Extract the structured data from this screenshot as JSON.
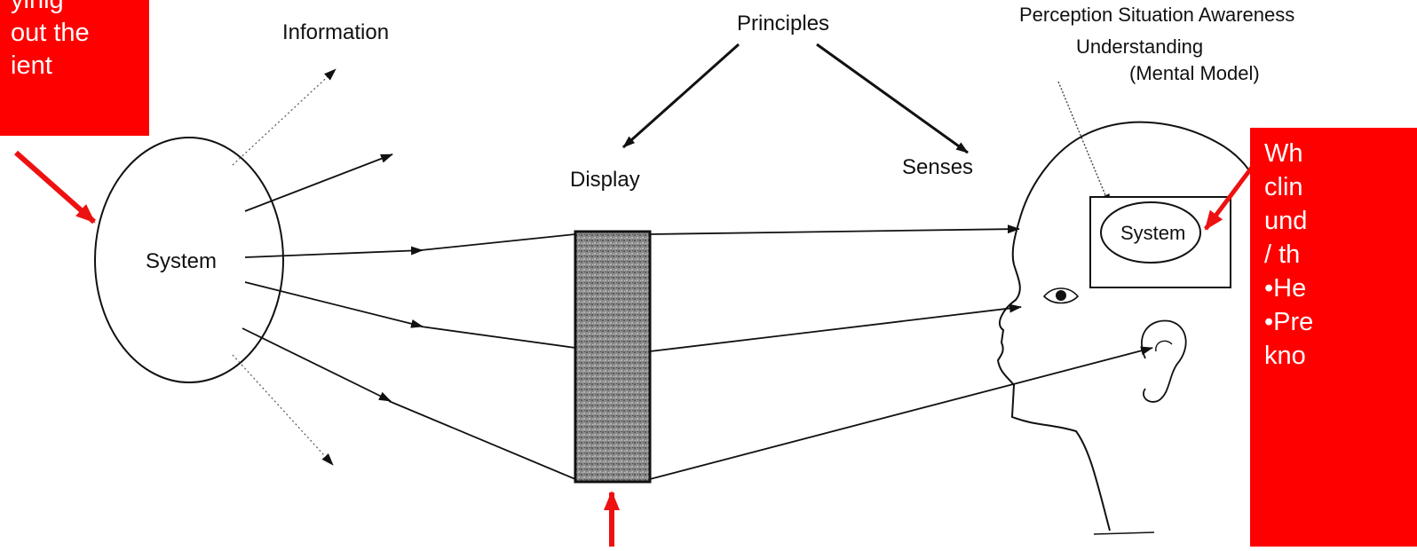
{
  "labels": {
    "information": "Information",
    "principles": "Principles",
    "display": "Display",
    "senses": "Senses",
    "system_left": "System",
    "system_head": "System",
    "perception_line1": "Perception Situation Awareness",
    "perception_line2": "Understanding",
    "perception_line3": "(Mental Model)"
  },
  "callouts": {
    "left": {
      "lines": [
        "yinig",
        "out the",
        "ient"
      ]
    },
    "right": {
      "lines": [
        "Wh",
        "clin",
        "und",
        "/ th",
        "•He",
        "•Pre",
        "kno"
      ]
    }
  },
  "colors": {
    "callout_bg": "#ff0000",
    "callout_text": "#ffffff",
    "annotation_arrow": "#ee1111",
    "line": "#111111"
  }
}
